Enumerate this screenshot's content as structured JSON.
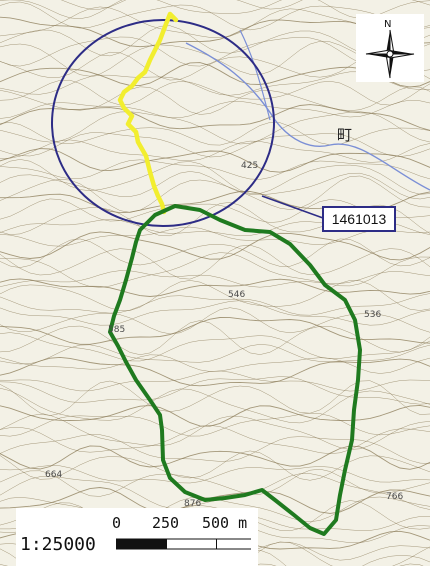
{
  "scale": {
    "ratio": "1:25000",
    "ticks": [
      "0",
      "250",
      "500 m"
    ]
  },
  "compass": {
    "north_label": "N",
    "icon": "compass-rose-icon"
  },
  "callout": {
    "label": "1461013"
  },
  "elevations": [
    "425",
    "546",
    "536",
    "585",
    "664",
    "876",
    "766"
  ],
  "place_label": "町",
  "colors": {
    "boundary": "#1f7a1f",
    "trail": "#f2ee2f",
    "circle": "#2d2c86",
    "contour": "#8a7a55",
    "road": "#7b8fd6"
  }
}
